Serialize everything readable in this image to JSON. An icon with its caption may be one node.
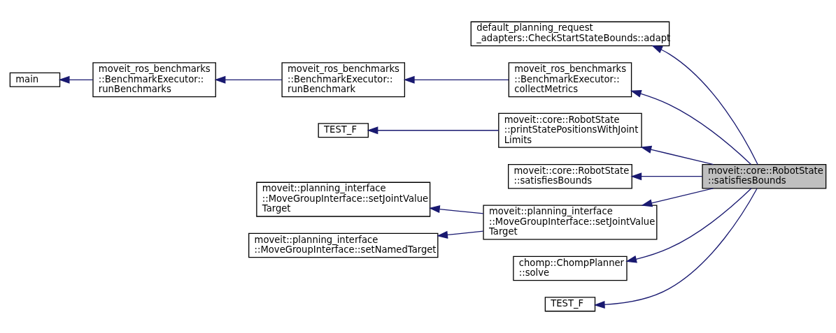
{
  "diagram": {
    "nodes": [
      {
        "text": [
          "main"
        ]
      },
      {
        "text": [
          "moveit_ros_benchmarks ::BenchmarkExecutor:: runBenchmarks"
        ]
      },
      {
        "text": [
          "moveit_ros_benchmarks ::BenchmarkExecutor:: runBenchmark"
        ]
      },
      {
        "text": [
          "default_planning_request _adapters::CheckStartStateBounds::adapt"
        ]
      },
      {
        "text": [
          "moveit_ros_benchmarks ::BenchmarkExecutor:: collectMetrics"
        ]
      },
      {
        "text": [
          "TEST_F"
        ]
      },
      {
        "text": [
          "moveit::core::RobotState ::printStatePositionsWithJoint Limits"
        ]
      },
      {
        "text": [
          "moveit::core::RobotState ::satisfiesBounds"
        ]
      },
      {
        "text": [
          "moveit::planning_interface ::MoveGroupInterface::setJointValue Target"
        ]
      },
      {
        "text": [
          "moveit::planning_interface ::MoveGroupInterface::setNamedTarget"
        ]
      },
      {
        "text": [
          "moveit::planning_interface ::MoveGroupInterface::setJointValue Target"
        ]
      },
      {
        "text": [
          "chomp::ChompPlanner ::solve"
        ]
      },
      {
        "text": [
          "TEST_F"
        ]
      },
      {
        "text": [
          "moveit::core::RobotState ::satisfiesBounds"
        ]
      }
    ],
    "edges": [
      {
        "from": 1,
        "to": 0,
        "arrow": "to"
      },
      {
        "from": 2,
        "to": 1,
        "arrow": "to"
      },
      {
        "from": 4,
        "to": 2,
        "arrow": "to"
      },
      {
        "from": 13,
        "to": 3,
        "arrow": "to"
      },
      {
        "from": 13,
        "to": 4,
        "arrow": "to"
      },
      {
        "from": 6,
        "to": 5,
        "arrow": "to"
      },
      {
        "from": 13,
        "to": 6,
        "arrow": "to"
      },
      {
        "from": 13,
        "to": 7,
        "arrow": "to"
      },
      {
        "from": 10,
        "to": 8,
        "arrow": "to"
      },
      {
        "from": 10,
        "to": 9,
        "arrow": "to"
      },
      {
        "from": 13,
        "to": 10,
        "arrow": "to"
      },
      {
        "from": 13,
        "to": 11,
        "arrow": "to"
      },
      {
        "from": 13,
        "to": 12,
        "arrow": "to"
      }
    ]
  }
}
